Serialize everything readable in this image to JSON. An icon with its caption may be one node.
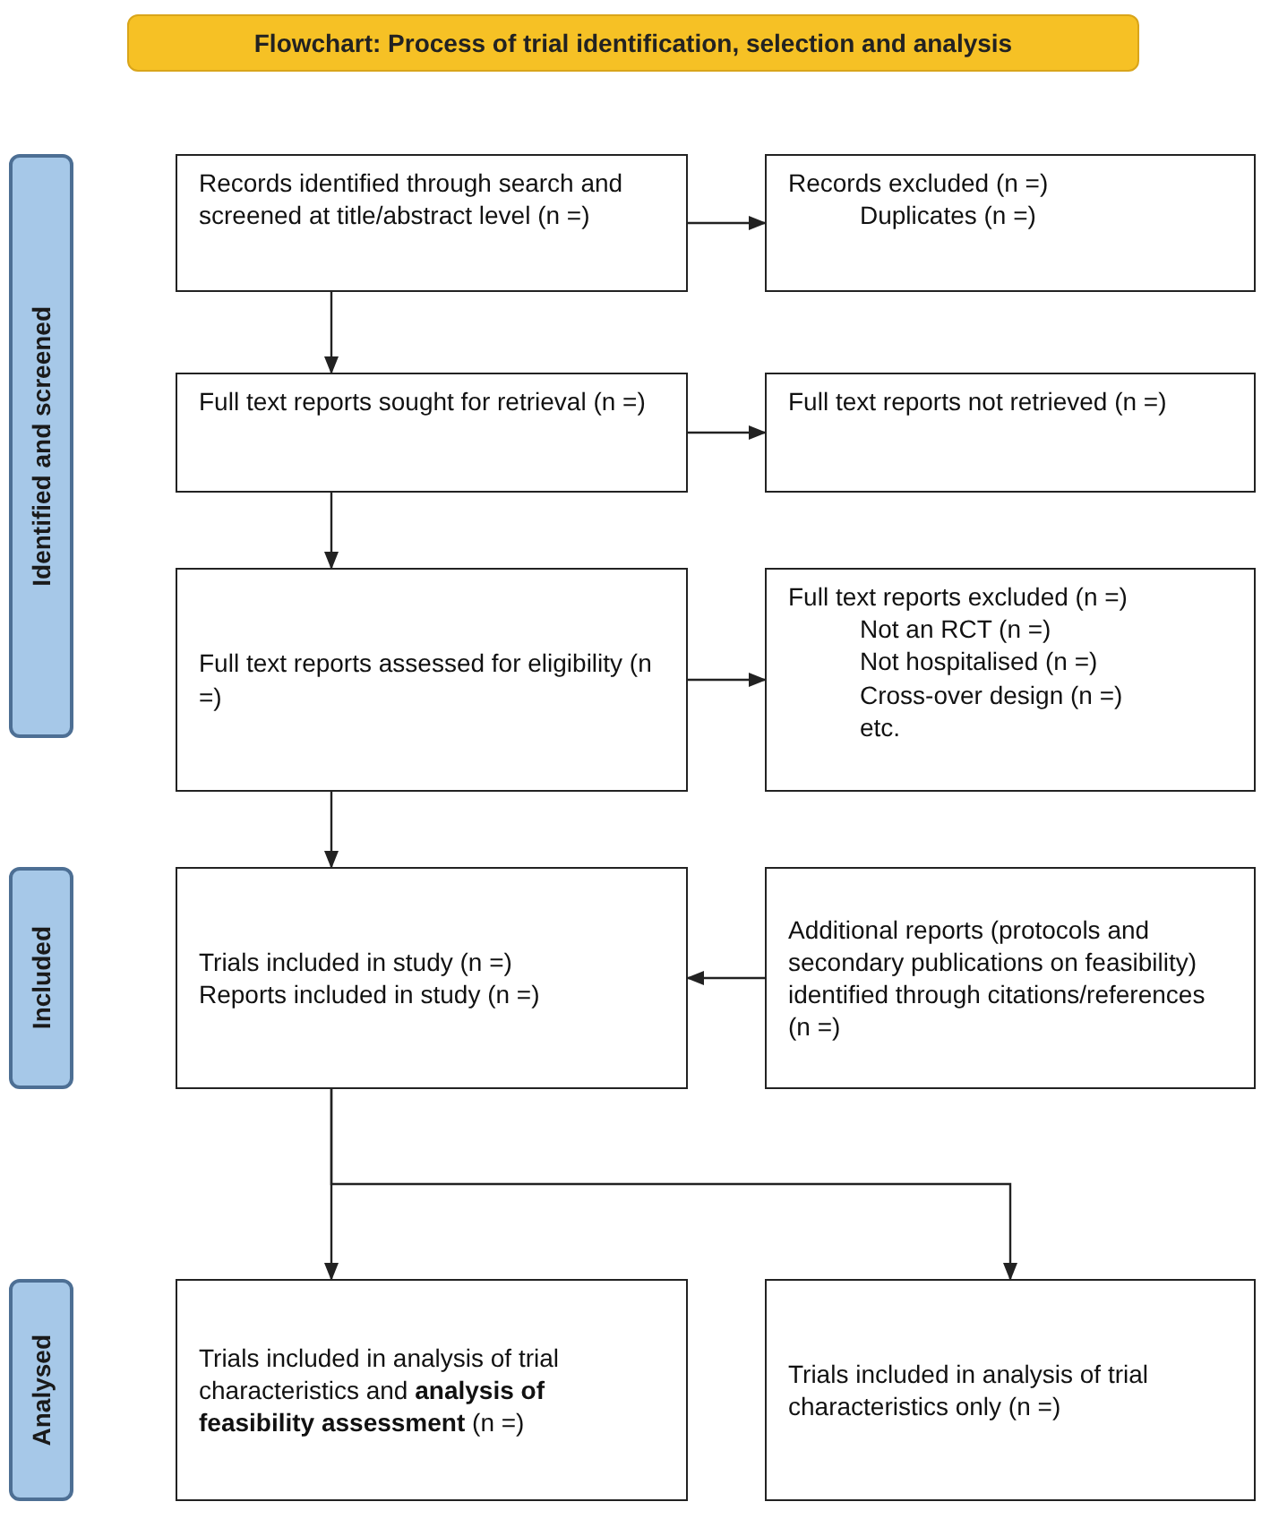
{
  "diagram": {
    "title": "Flowchart: Process of trial identification, selection and analysis",
    "nodes": [
      {
        "text": [
          "Identified and screened"
        ]
      },
      {
        "text": [
          "Records identified through search and screened at title/abstract level (n =)"
        ]
      },
      {
        "text": [
          "Records excluded (n =)",
          "Duplicates (n =)"
        ]
      },
      {
        "text": [
          "Full text reports sought for retrieval (n =)"
        ]
      },
      {
        "text": [
          "Full text reports not retrieved (n =)"
        ]
      },
      {
        "text": [
          "Full text reports assessed for eligibility (n =)"
        ]
      },
      {
        "text": [
          "Full text reports excluded (n =)",
          "Not an RCT (n =)",
          "Not hospitalised (n =)",
          "Cross-over design (n =)",
          "etc."
        ]
      },
      {
        "text": [
          "Included"
        ]
      },
      {
        "text": [
          "Trials included in study (n =)",
          "Reports included in study (n =)"
        ]
      },
      {
        "text": [
          "Additional reports (protocols and secondary publications on feasibility) identified through citations/references (n =)"
        ]
      },
      {
        "text": [
          "Analysed"
        ]
      },
      {
        "text": [
          "Trials included in analysis of trial characteristics and **analysis of feasibility assessment** (n =)"
        ]
      },
      {
        "text": [
          "Trials included in analysis of trial characteristics only (n =)"
        ]
      }
    ],
    "edges": [
      {
        "from": 1,
        "to": 2,
        "arrow": "to"
      },
      {
        "from": 1,
        "to": 3,
        "arrow": "to"
      },
      {
        "from": 3,
        "to": 4,
        "arrow": "to"
      },
      {
        "from": 3,
        "to": 5,
        "arrow": "to"
      },
      {
        "from": 5,
        "to": 6,
        "arrow": "to"
      },
      {
        "from": 5,
        "to": 8,
        "arrow": "to"
      },
      {
        "from": 9,
        "to": 8,
        "arrow": "to"
      },
      {
        "from": 8,
        "to": 11,
        "arrow": "to"
      },
      {
        "from": 8,
        "to": 12,
        "arrow": "to"
      }
    ]
  }
}
